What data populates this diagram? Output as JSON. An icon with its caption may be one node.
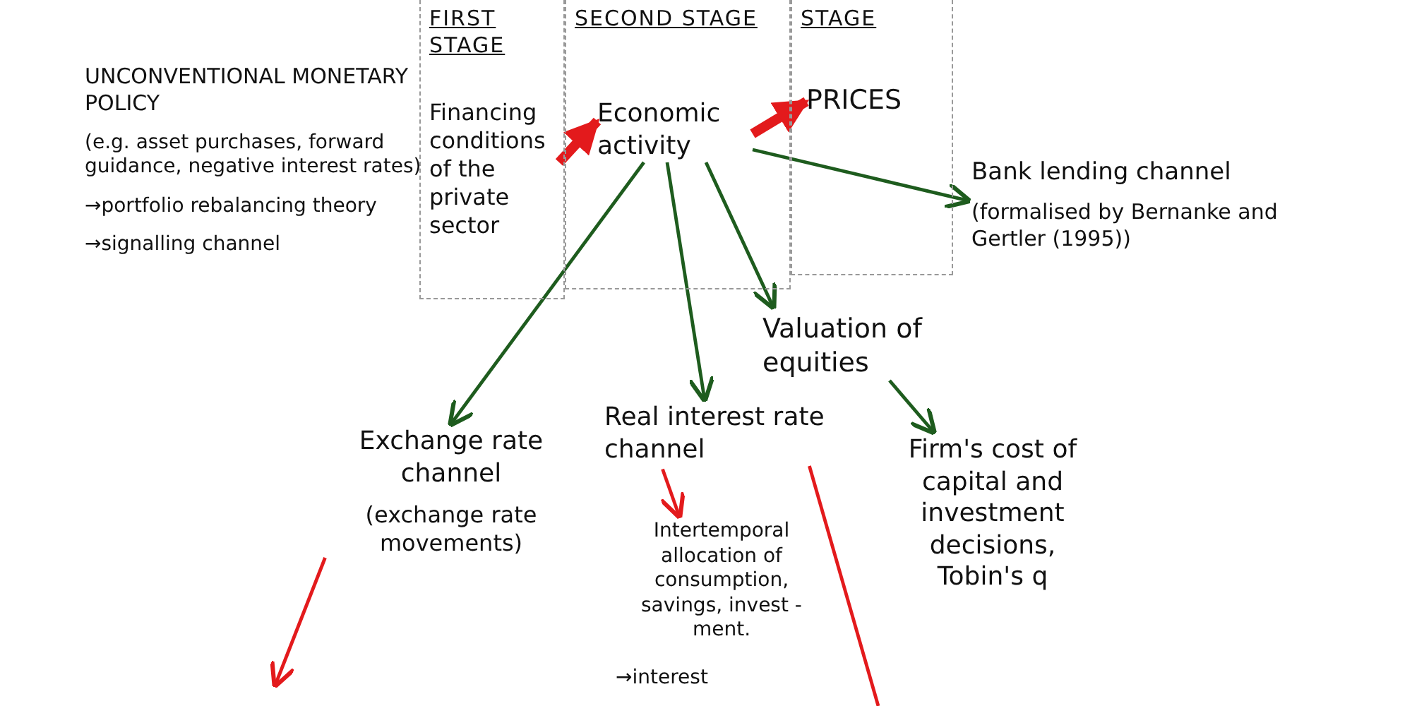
{
  "diagram": {
    "nodes": [
      {
        "text": [
          "UNCONVENTIONAL MONETARY POLICY",
          "(e.g. asset purchases, forward guidance, negative interest rates)",
          "→portfolio rebalancing theory",
          "→signalling channel"
        ]
      },
      {
        "text": [
          "FIRST STAGE"
        ]
      },
      {
        "text": [
          "Financing conditions of the private sector"
        ],
        "in": 1
      },
      {
        "text": [
          "SECOND STAGE"
        ]
      },
      {
        "text": [
          "Economic activity"
        ],
        "in": 3
      },
      {
        "text": [
          "STAGE"
        ]
      },
      {
        "text": [
          "PRICES"
        ],
        "in": 5
      },
      {
        "text": [
          "Bank lending channel",
          "(formalised by Bernanke and Gertler (1995))"
        ]
      },
      {
        "text": [
          "Valuation of equities"
        ]
      },
      {
        "text": [
          "Exchange rate channel",
          "(exchange rate movements)"
        ]
      },
      {
        "text": [
          "Real interest rate channel"
        ]
      },
      {
        "text": [
          "Intertemporal allocation of consumption, savings, invest -ment."
        ]
      },
      {
        "text": [
          "Firm's cost of capital and investment decisions, Tobin's q"
        ]
      }
    ],
    "edges": [
      {
        "from": 2,
        "to": 4,
        "arrow": "to",
        "style": "thick",
        "color": "#e31a1c"
      },
      {
        "from": 4,
        "to": 6,
        "arrow": "to",
        "style": "thick",
        "color": "#e31a1c"
      },
      {
        "from": 4,
        "to": 9,
        "arrow": "to",
        "color": "#1e5c1e"
      },
      {
        "from": 4,
        "to": 10,
        "arrow": "to",
        "color": "#1e5c1e"
      },
      {
        "from": 4,
        "to": 8,
        "arrow": "to",
        "color": "#1e5c1e"
      },
      {
        "from": 4,
        "to": 7,
        "arrow": "to",
        "color": "#1e5c1e"
      },
      {
        "from": 8,
        "to": 12,
        "arrow": "to",
        "color": "#1e5c1e"
      },
      {
        "from": 9,
        "to": null,
        "arrow": "to",
        "color": "#e31a1c"
      },
      {
        "from": 10,
        "to": 11,
        "arrow": "to",
        "color": "#e31a1c"
      },
      {
        "from": 10,
        "to": null,
        "arrow": "none",
        "color": "#e31a1c"
      }
    ],
    "labels": [
      "→interest"
    ]
  }
}
